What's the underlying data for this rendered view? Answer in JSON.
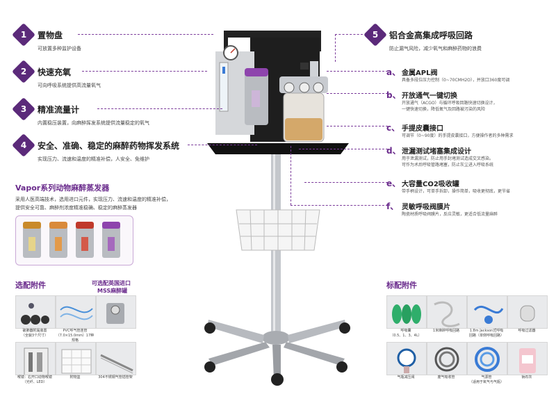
{
  "features_left": [
    {
      "num": "1",
      "title": "置物盘",
      "desc": [
        "可放置多种监护设备"
      ]
    },
    {
      "num": "2",
      "title": "快速充氧",
      "desc": [
        "可向呼吸系统提供高流量氧气"
      ]
    },
    {
      "num": "3",
      "title": "精准流量计",
      "desc": [
        "内置稳压装置，向麻醉挥发系统提供流量稳定的氧气"
      ]
    },
    {
      "num": "4",
      "title": "安全、准确、稳定的麻醉药物挥发系统",
      "desc": [
        "实现压力、流速和温度的精准补偿，人安全、免维护"
      ]
    }
  ],
  "vapor": {
    "title": "Vapor系列动物麻醉蒸发器",
    "desc": [
      "采用人医高端技术，选用进口元件，实现压力、流速和温度的精准补偿，",
      "提供安全可靠、麻醉剂浓度精准稳确、稳定的麻醉蒸发器"
    ]
  },
  "feature_right": {
    "num": "5",
    "title": "铝合金高集成呼吸回路",
    "desc": "防止漏气风险，减少氧气和麻醉药物的浪费",
    "items": [
      {
        "letter": "a、",
        "title": "金属APL阀",
        "desc": [
          "具备多段位压力控制（0~70CMH2O），并放口360度可调"
        ]
      },
      {
        "letter": "b、",
        "title": "开放通气一键切换",
        "desc": [
          "开放通气（ACGO）与循环呼吸回路快速切换设计，",
          "一键快速切换，降低氧气及回路被污染的风险"
        ]
      },
      {
        "letter": "c、",
        "title": "手提皮囊接口",
        "desc": [
          "可调节（0~90度）的手提皮囊接口，方便操作者的多种需求"
        ]
      },
      {
        "letter": "d、",
        "title": "泄漏测试堵塞集成设计",
        "desc": [
          "用于泄漏测试，防止用手封堵测试造成交叉感染。",
          "可作为术后呼吸管路堵塞，防止灰尘进入呼吸系统"
        ]
      },
      {
        "letter": "e、",
        "title": "大容量CO2吸收罐",
        "desc": [
          "带手柄设计，可单手拆卸，操作简单，吸收更彻底，更节省"
        ]
      },
      {
        "letter": "f、",
        "title": "灵敏呼吸阀膜片",
        "desc": [
          "陶瓷材质呼吸阀膜片，反应灵敏，更适合低流量麻醉"
        ]
      }
    ]
  },
  "optional": {
    "title": "选配附件",
    "tag": [
      "可选配英国进口",
      "MSS麻醉罐"
    ],
    "items": [
      {
        "caption": [
          "破肺器附属装置",
          "（全貌3个尺寸）"
        ]
      },
      {
        "caption": [
          "PVC呼气管连管",
          "（7.0×15.0mm）17种规格"
        ]
      },
      {
        "caption": [
          ""
        ]
      },
      {
        "caption": [
          "喉镜：右开口动物喉镜",
          "（光纤、LED）"
        ]
      },
      {
        "caption": [
          "附物篮"
        ]
      },
      {
        "caption": [
          "304不锈钢气管插管架"
        ]
      }
    ]
  },
  "standard": {
    "title": "标配附件",
    "items": [
      {
        "caption": [
          "呼吸囊",
          "（0.5、1、3、4L）"
        ]
      },
      {
        "caption": [
          "1米麻醉呼吸回路"
        ]
      },
      {
        "caption": [
          "1.8m Jackson式呼吸",
          "回路（单侧呼吸回路）"
        ]
      },
      {
        "caption": [
          "呼吸过滤器"
        ]
      },
      {
        "caption": [
          "气瓶减压阀"
        ]
      },
      {
        "caption": [
          "废气吸收管"
        ]
      },
      {
        "caption": [
          "气源管",
          "（适用于氧气与气瓶）"
        ]
      },
      {
        "caption": [
          "钠石灰"
        ]
      }
    ]
  },
  "colors": {
    "accent": "#5b2a7a",
    "dash": "#7a3a9a"
  }
}
